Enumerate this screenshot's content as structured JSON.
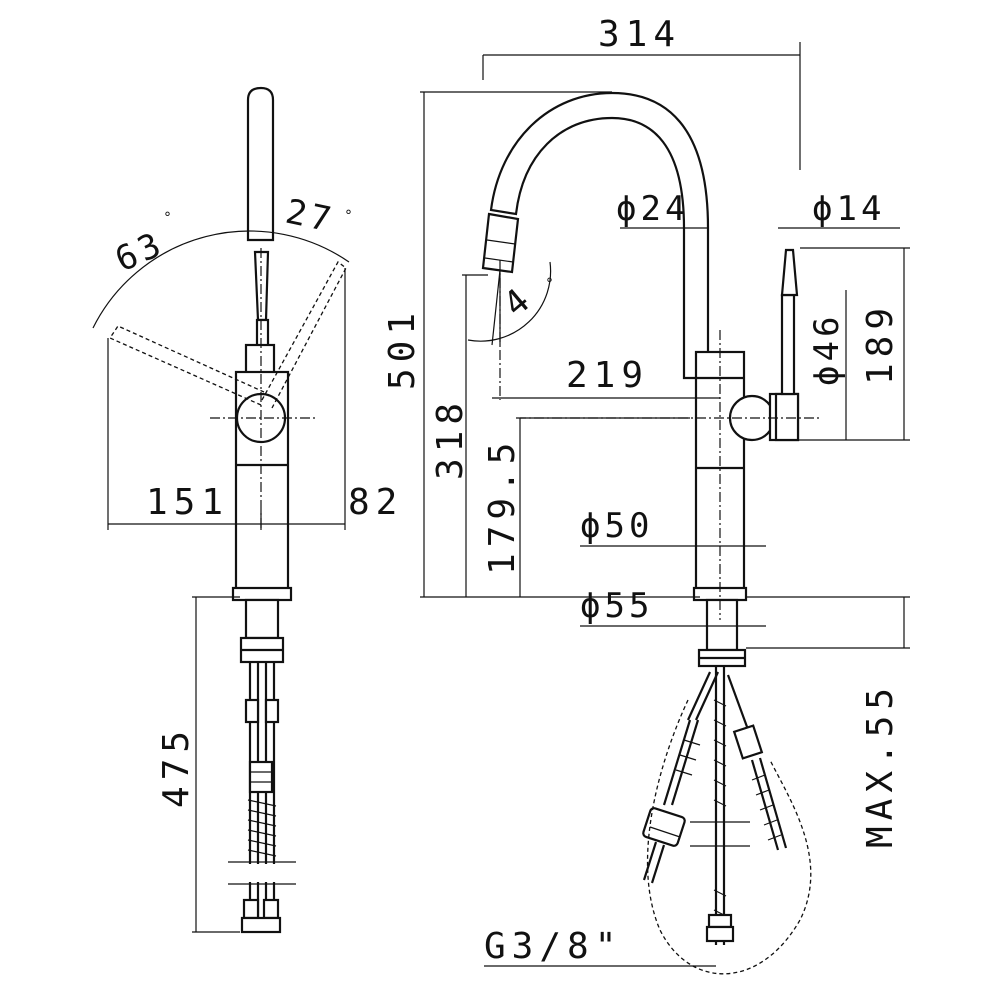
{
  "labels": {
    "overall_width": "314",
    "spout_diameter": "ϕ24",
    "handle_diameter": "ϕ14",
    "total_height": "501",
    "handle_top_height": "189",
    "handle_hub_diameter": "ϕ46",
    "spout_reach": "219",
    "spout_outlet_height": "318",
    "handle_axis_height": "179.5",
    "body_diameter": "ϕ50",
    "base_diameter": "ϕ55",
    "max_deck_thickness": "MAX.55",
    "hose_length": "475",
    "connection_thread": "G3/8\"",
    "left_reach": "151",
    "right_reach": "82",
    "angle_back": "63",
    "angle_front": "27",
    "aerator_tilt": "4",
    "degree_mark": "°"
  }
}
